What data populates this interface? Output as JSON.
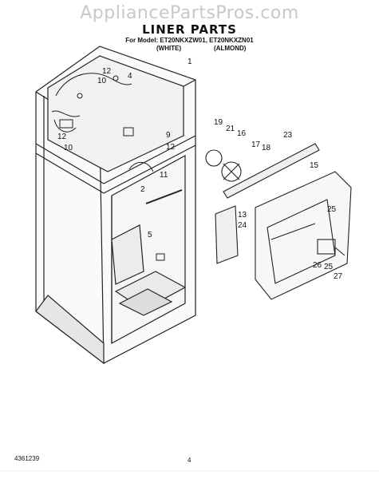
{
  "watermark": "AppliancePartsPros.com",
  "title": "LINER PARTS",
  "model_line": "For Model: ET20NKXZW01, ET20NKXZN01",
  "variants": [
    "(WHITE)",
    "(ALMOND)"
  ],
  "doc_number": "4361239",
  "page_number": "4",
  "callouts": [
    "1",
    "12",
    "10",
    "4",
    "12",
    "10",
    "9",
    "12",
    "11",
    "2",
    "5",
    "19",
    "21",
    "16",
    "17",
    "18",
    "23",
    "15",
    "13",
    "24",
    "25",
    "26",
    "25",
    "27"
  ]
}
